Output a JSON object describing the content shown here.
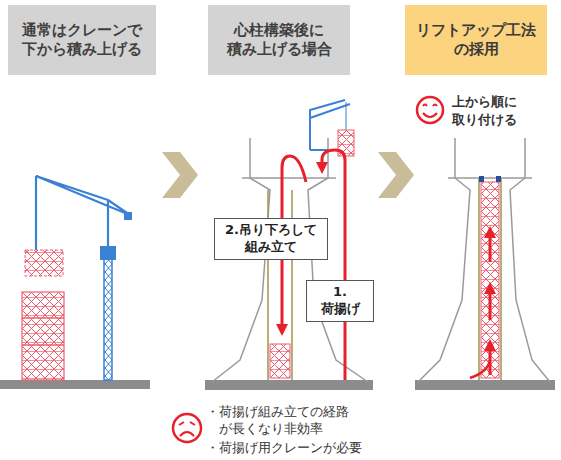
{
  "diagram": {
    "nodes": [
      {
        "text": [
          "通常はクレーンで 下から積み上げる"
        ]
      },
      {
        "text": [
          "心柱構築後に 積み上げる場合"
        ]
      },
      {
        "text": [
          "リフトアップ工法 の採用"
        ]
      },
      {
        "text": [
          "2.吊り下ろして 組み立て"
        ]
      },
      {
        "text": [
          "1. 荷揚げ"
        ]
      }
    ],
    "labels": [
      "上から順に 取り付ける",
      "・荷揚げ組み立ての経路 が長くなり非効率",
      "・荷揚げ用クレーンが必要"
    ]
  }
}
